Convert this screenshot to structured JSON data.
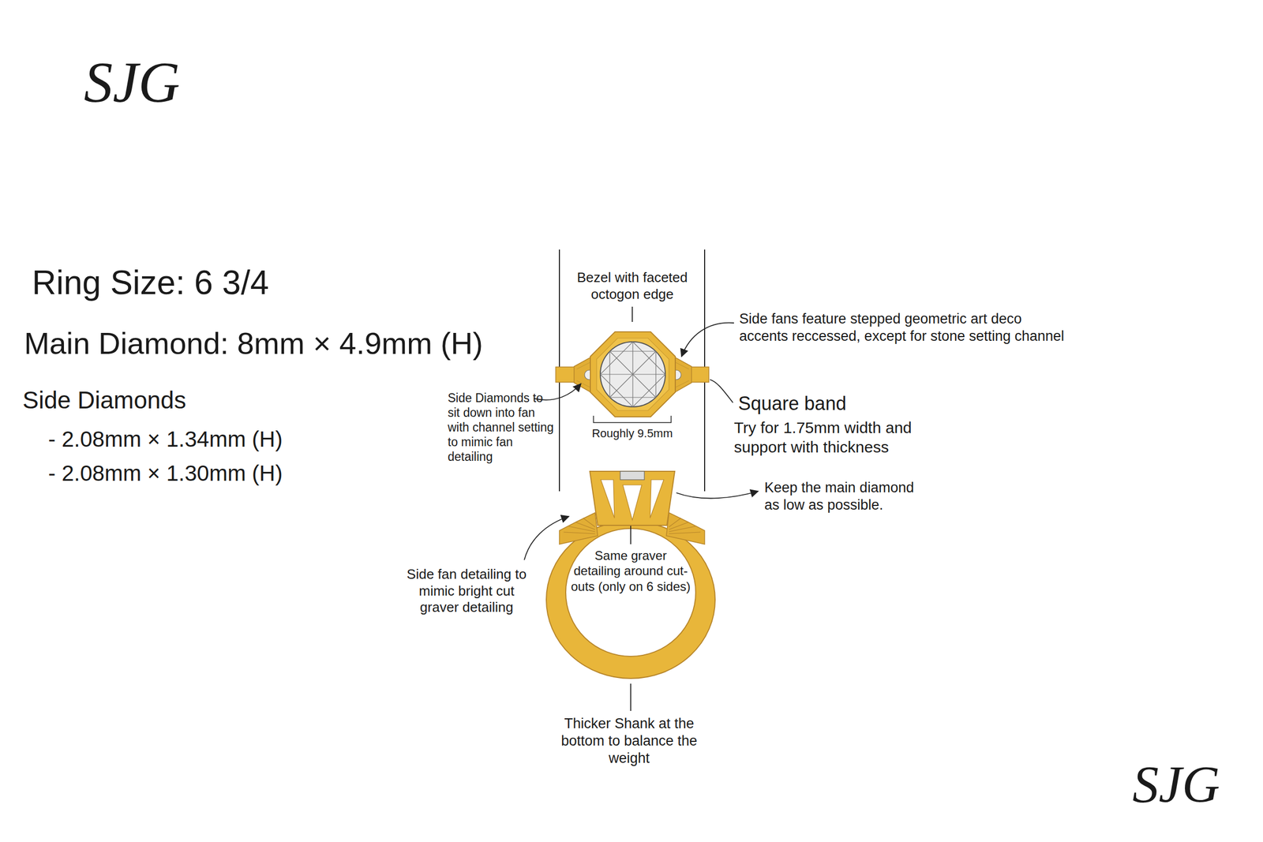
{
  "diagram": {
    "labels": [
      "SJG",
      "Ring Size: 6 3/4",
      "Main Diamond: 8mm × 4.9mm (H)",
      "Side Diamonds",
      "- 2.08mm × 1.34mm (H)",
      "- 2.08mm × 1.30mm (H)",
      "Bezel with faceted octogon edge",
      "Side fans feature stepped geometric art deco accents reccessed, except for stone setting channel",
      "Side Diamonds to sit down into fan with channel setting to mimic fan detailing",
      "Square band",
      "Try for 1.75mm width and support with thickness",
      "Roughly 9.5mm",
      "Keep the main diamond as low as possible.",
      "Side fan detailing to mimic bright cut graver detailing",
      "Same graver detailing around cut-outs (only on 6 sides)",
      "Thicker Shank at the bottom to balance the weight",
      "SJG"
    ]
  }
}
